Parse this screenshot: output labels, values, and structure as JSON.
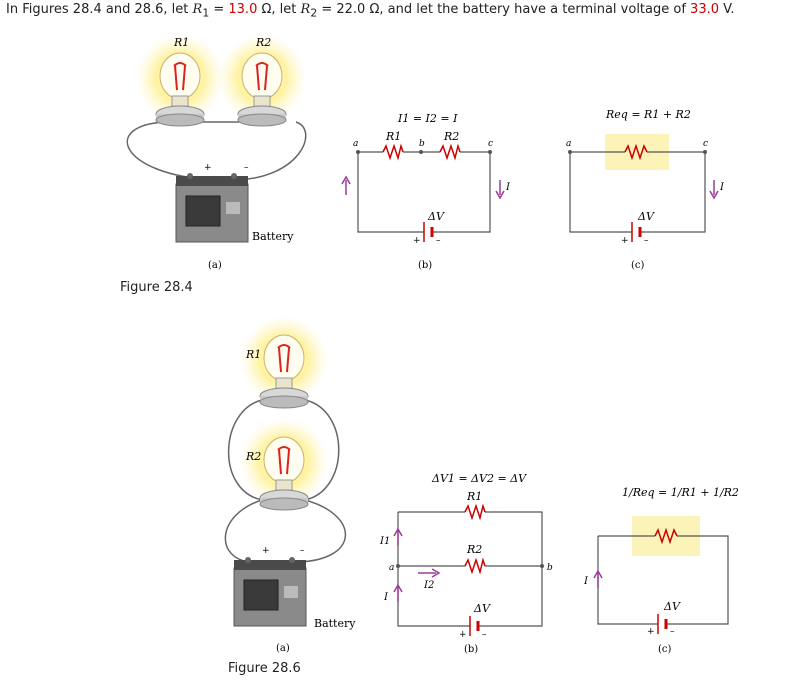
{
  "problem": {
    "t1": "In Figures 28.4 and 28.6, let ",
    "r1_sym": "R",
    "r1_sub": "1",
    "eq1": " = ",
    "r1_val": "13.0",
    "unit1": " Ω, let ",
    "r2_sym": "R",
    "r2_sub": "2",
    "eq2": " = 22.0 Ω, and let the battery have a terminal voltage of ",
    "v_val": "33.0",
    "v_unit": " V."
  },
  "fig284": {
    "caption": "Figure 28.4",
    "a": {
      "r1": "R1",
      "r2": "R2",
      "battery": "Battery",
      "plus": "+",
      "minus": "–",
      "sub": "(a)"
    },
    "b": {
      "eq": "I1 = I2 = I",
      "r1": "R1",
      "r2": "R2",
      "na": "a",
      "nb": "b",
      "nc": "c",
      "dv": "ΔV",
      "cur": "I",
      "plus": "+",
      "minus": "–",
      "sub": "(b)"
    },
    "c": {
      "eq": "Req = R1 + R2",
      "na": "a",
      "nc": "c",
      "dv": "ΔV",
      "cur": "I",
      "plus": "+",
      "minus": "–",
      "sub": "(c)"
    }
  },
  "fig286": {
    "caption": "Figure 28.6",
    "a": {
      "r1": "R1",
      "r2": "R2",
      "battery": "Battery",
      "plus": "+",
      "minus": "–",
      "sub": "(a)"
    },
    "b": {
      "eq": "ΔV1 = ΔV2 = ΔV",
      "r1": "R1",
      "r2": "R2",
      "na": "a",
      "nb": "b",
      "i1": "I1",
      "i2": "I2",
      "cur": "I",
      "dv": "ΔV",
      "plus": "+",
      "minus": "–",
      "sub": "(b)"
    },
    "c": {
      "eq": "1/Req = 1/R1 + 1/R2",
      "cur": "I",
      "dv": "ΔV",
      "plus": "+",
      "minus": "–",
      "sub": "(c)"
    }
  },
  "colors": {
    "value": "#cc0000",
    "resistor": "#cc0000",
    "arrow": "#9b3b9b",
    "highlight": "#fcf3b8",
    "wire": "#555555"
  }
}
